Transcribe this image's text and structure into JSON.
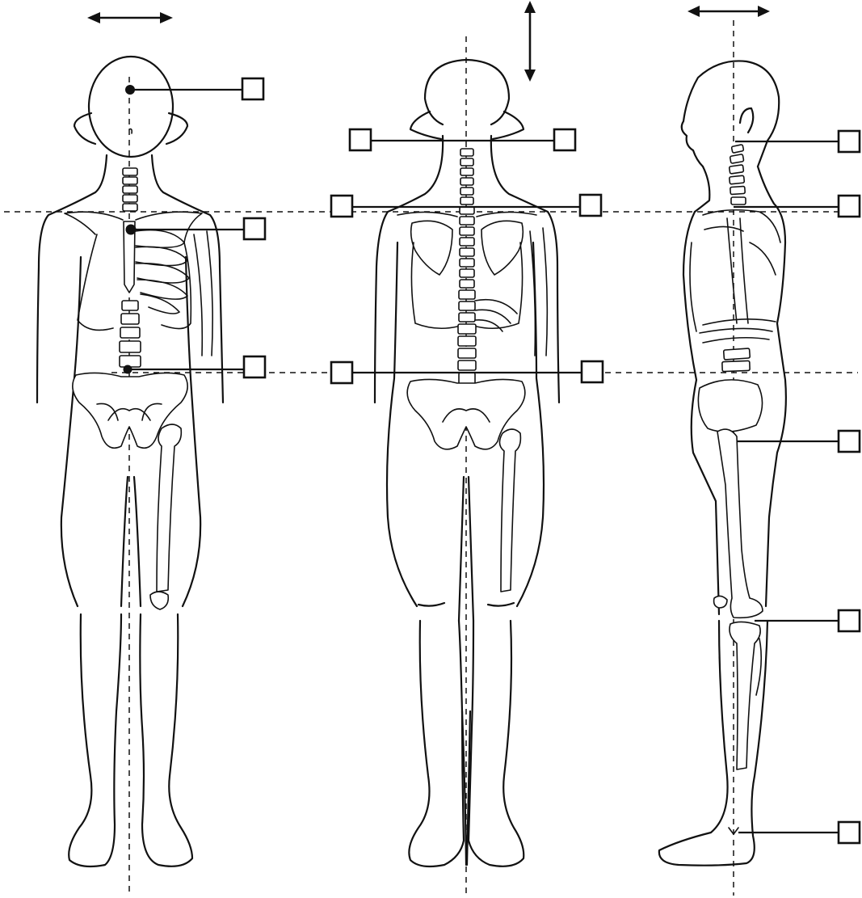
{
  "figure": {
    "views": [
      "front",
      "back",
      "side"
    ],
    "marker_style": "empty-square",
    "palette": {
      "line": "#111111",
      "background": "#ffffff"
    },
    "markers": {
      "front": [
        {
          "id": "head-point",
          "has_dot": true
        },
        {
          "id": "sternum-point",
          "has_dot": true
        },
        {
          "id": "lumbar-point",
          "has_dot": true
        }
      ],
      "back": [
        {
          "id": "neck-left"
        },
        {
          "id": "neck-right"
        },
        {
          "id": "shoulder-left"
        },
        {
          "id": "shoulder-right"
        },
        {
          "id": "waist-left"
        },
        {
          "id": "waist-right"
        }
      ],
      "side": [
        {
          "id": "neck"
        },
        {
          "id": "shoulder"
        },
        {
          "id": "hip"
        },
        {
          "id": "knee"
        },
        {
          "id": "ankle"
        }
      ]
    },
    "arrows": [
      {
        "view": "front",
        "direction": "horizontal"
      },
      {
        "view": "back",
        "direction": "vertical"
      },
      {
        "view": "side",
        "direction": "horizontal"
      }
    ],
    "guides": [
      "front-midline",
      "back-midline",
      "side-midline",
      "shoulder-line",
      "waist-line"
    ]
  }
}
